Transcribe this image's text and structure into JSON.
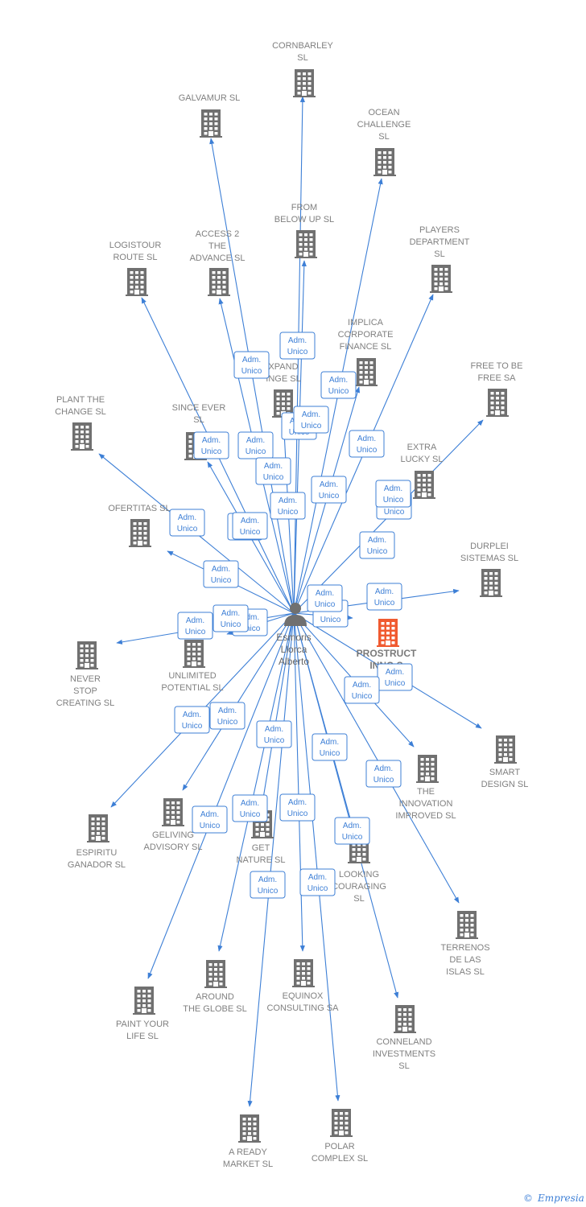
{
  "center": {
    "name_lines": [
      "Esmoris",
      "Llorca",
      "Alberto"
    ]
  },
  "badge_label": [
    "Adm.",
    "Unico"
  ],
  "colors": {
    "edge": "#3d7fd6",
    "building": "#707070",
    "highlight": "#f05a30",
    "badge_border": "#3d7fd6"
  },
  "companies": [
    {
      "id": "cornbarley",
      "lines": [
        "CORNBARLEY",
        "SL"
      ]
    },
    {
      "id": "galvamur",
      "lines": [
        "GALVAMUR  SL"
      ]
    },
    {
      "id": "ocean",
      "lines": [
        "OCEAN",
        "CHALLENGE",
        "SL"
      ]
    },
    {
      "id": "from-below-up",
      "lines": [
        "FROM",
        "BELOW UP  SL"
      ]
    },
    {
      "id": "players",
      "lines": [
        "PLAYERS",
        "DEPARTMENT",
        "SL"
      ]
    },
    {
      "id": "logistour",
      "lines": [
        "LOGISTOUR",
        "ROUTE  SL"
      ]
    },
    {
      "id": "access2",
      "lines": [
        "ACCESS 2",
        "THE",
        "ADVANCE  SL"
      ]
    },
    {
      "id": "implica",
      "lines": [
        "IMPLICA",
        "CORPORATE",
        "FINANCE  SL"
      ]
    },
    {
      "id": "expand",
      "lines": [
        "XPAND",
        "INGE  SL"
      ]
    },
    {
      "id": "free-to-be",
      "lines": [
        "FREE TO BE",
        "FREE SA"
      ]
    },
    {
      "id": "plant",
      "lines": [
        "PLANT THE",
        "CHANGE  SL"
      ]
    },
    {
      "id": "since-ever",
      "lines": [
        "SINCE EVER",
        "SL"
      ]
    },
    {
      "id": "extra-lucky",
      "lines": [
        "EXTRA",
        "LUCKY  SL"
      ]
    },
    {
      "id": "ofertitas",
      "lines": [
        "OFERTITAS  SL"
      ]
    },
    {
      "id": "durplei",
      "lines": [
        "DURPLEI",
        "SISTEMAS  SL"
      ]
    },
    {
      "id": "prostruct",
      "lines": [
        "PROSTRUCT",
        "INNO   S"
      ],
      "highlight": true
    },
    {
      "id": "never-stop",
      "lines": [
        "NEVER",
        "STOP",
        "CREATING  SL"
      ]
    },
    {
      "id": "unlimited",
      "lines": [
        "UNLIMITED",
        "POTENTIAL  SL"
      ]
    },
    {
      "id": "smart-design",
      "lines": [
        "SMART",
        "DESIGN  SL"
      ]
    },
    {
      "id": "innovation",
      "lines": [
        "THE",
        "INNOVATION",
        "IMPROVED  SL"
      ]
    },
    {
      "id": "espiritu",
      "lines": [
        "ESPIRITU",
        "GANADOR SL"
      ]
    },
    {
      "id": "geliving",
      "lines": [
        "GELIVING",
        "ADVISORY  SL"
      ]
    },
    {
      "id": "get-nature",
      "lines": [
        "GET",
        "NATURE  SL"
      ]
    },
    {
      "id": "looking",
      "lines": [
        "LOOKING",
        "COURAGING",
        "SL"
      ]
    },
    {
      "id": "terrenos",
      "lines": [
        "TERRENOS",
        "DE LAS",
        "ISLAS  SL"
      ]
    },
    {
      "id": "around",
      "lines": [
        "AROUND",
        "THE GLOBE  SL"
      ]
    },
    {
      "id": "equinox",
      "lines": [
        "EQUINOX",
        "CONSULTING SA"
      ]
    },
    {
      "id": "paint",
      "lines": [
        "PAINT YOUR",
        "LIFE  SL"
      ]
    },
    {
      "id": "conneland",
      "lines": [
        "CONNELAND",
        "INVESTMENTS",
        "SL"
      ]
    },
    {
      "id": "a-ready",
      "lines": [
        "A READY",
        "MARKET  SL"
      ]
    },
    {
      "id": "polar",
      "lines": [
        "POLAR",
        "COMPLEX  SL"
      ]
    }
  ],
  "footer": {
    "copyright": "©",
    "brand": "Empresia"
  }
}
